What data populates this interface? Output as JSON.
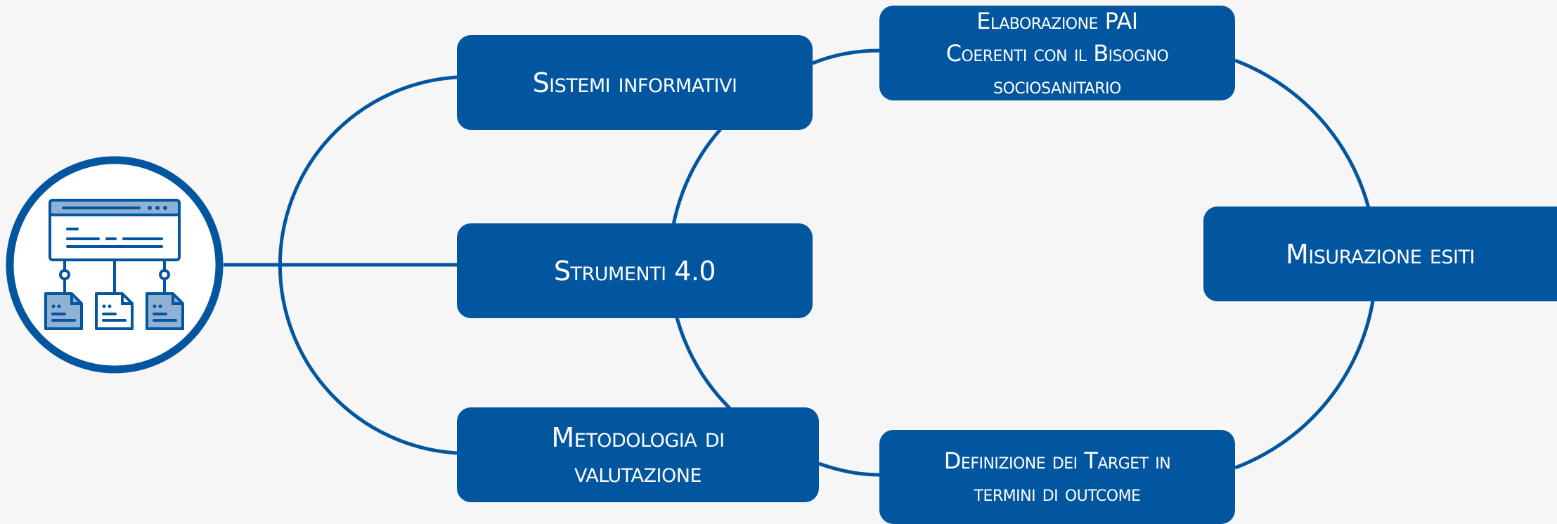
{
  "diagram": {
    "hub_icon": "web-architecture-icon",
    "boxes": {
      "sistemi": "Sistemi informativi",
      "strumenti": "Strumenti 4.0",
      "metodologia_line1": "Metodologia di",
      "metodologia_line2": "valutazione",
      "elaborazione_line1": "Elaborazione PAI",
      "elaborazione_line2": "Coerenti con il Bisogno",
      "elaborazione_line3": "sociosanitario",
      "definizione_line1": "Definizione dei Target in",
      "definizione_line2": "termini di outcome",
      "misurazione": "Misurazione esiti"
    },
    "colors": {
      "box_fill": "#02559f",
      "connector_stroke": "#02559f",
      "icon_light": "#8fb1d4",
      "background": "#f6f6f6"
    }
  }
}
